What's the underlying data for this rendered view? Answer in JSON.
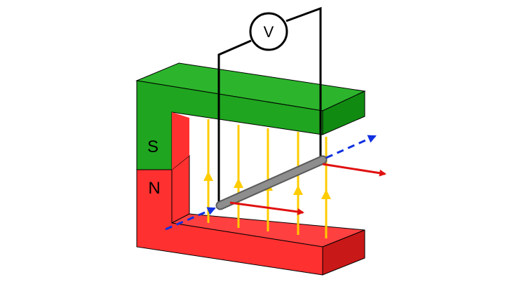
{
  "labels": {
    "south_pole": "S",
    "north_pole": "N",
    "voltmeter": "V"
  },
  "colors": {
    "magnet_south": "#1fa51f",
    "magnet_north": "#ff3030",
    "field_lines": "#ffcc00",
    "rod": "#8a8a8a",
    "motion_arrow": "#e01010",
    "axis_arrow": "#1030e0",
    "wire": "#000000"
  },
  "icons": {
    "voltmeter": "voltmeter-icon"
  }
}
